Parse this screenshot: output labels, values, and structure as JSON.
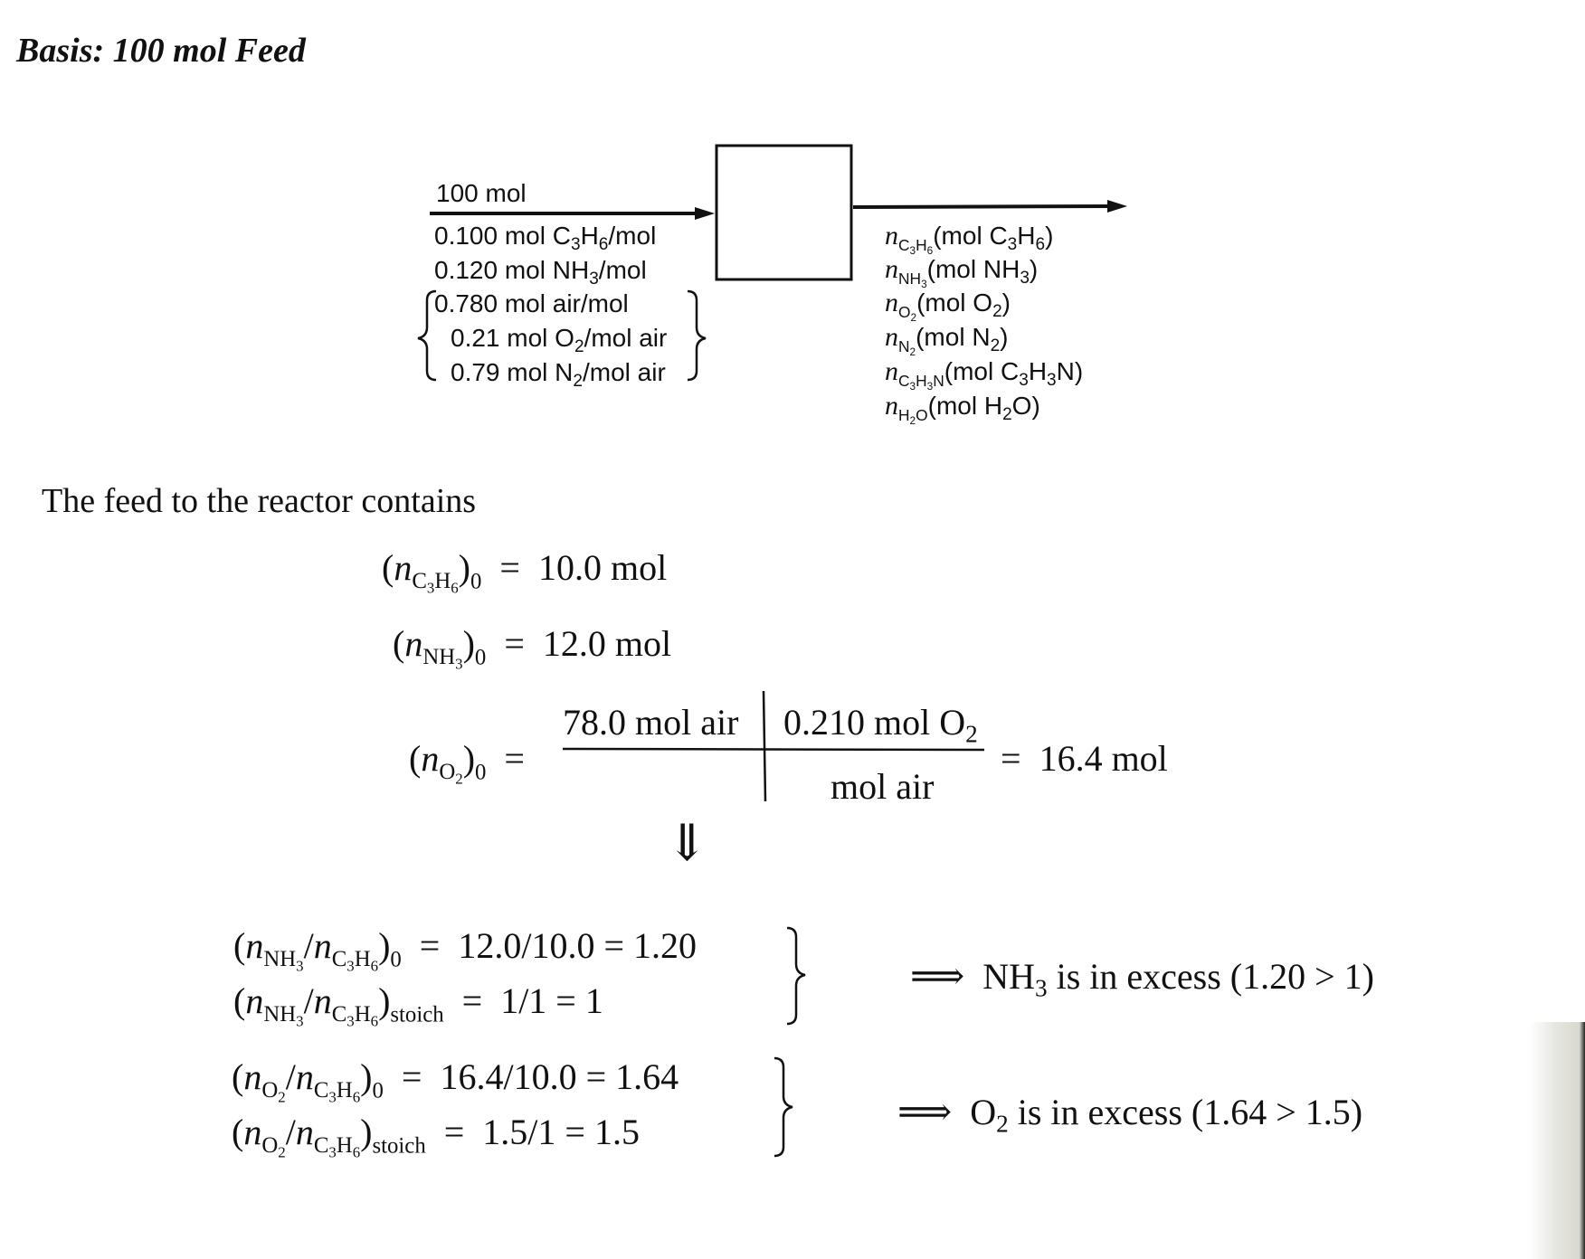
{
  "title": "Basis: 100 mol Feed",
  "flowchart": {
    "input_stream": {
      "total": "100 mol",
      "components": [
        {
          "value": "0.100 mol",
          "species": "C3H6",
          "unit": "/mol"
        },
        {
          "value": "0.120 mol",
          "species": "NH3",
          "unit": "/mol"
        },
        {
          "value": "0.780 mol air/mol"
        },
        {
          "value": "0.21 mol",
          "species": "O2",
          "unit": "/mol air"
        },
        {
          "value": "0.79 mol",
          "species": "N2",
          "unit": "/mol air"
        }
      ]
    },
    "output_stream": {
      "labels": [
        {
          "var": "n",
          "sub": "C3H6",
          "text": "(mol C3H6)"
        },
        {
          "var": "n",
          "sub": "NH3",
          "text": "(mol NH3)"
        },
        {
          "var": "n",
          "sub": "O2",
          "text": "(mol O2)"
        },
        {
          "var": "n",
          "sub": "N2",
          "text": "(mol N2)"
        },
        {
          "var": "n",
          "sub": "C3H3N",
          "text": "(mol C3H3N)"
        },
        {
          "var": "n",
          "sub": "H2O",
          "text": "(mol H2O)"
        }
      ]
    }
  },
  "intro": "The feed to the reactor contains",
  "feed_equations": {
    "c3h6": {
      "rhs": "10.0 mol"
    },
    "nh3": {
      "rhs": "12.0 mol"
    },
    "o2": {
      "num1": "78.0 mol air",
      "num2": "0.210 mol O",
      "den": "mol air",
      "result": "16.4 mol"
    }
  },
  "ratios": [
    {
      "pair": "NH3/C3H6",
      "feed": "12.0/10.0 = 1.20",
      "stoich": "1/1 = 1",
      "conclusion_species": "NH",
      "conclusion": " is in excess (1.20 > 1)"
    },
    {
      "pair": "O2/C3H6",
      "feed": "16.4/10.0 = 1.64",
      "stoich": "1.5/1 = 1.5",
      "conclusion_species": "O",
      "conclusion": " is in excess (1.64 > 1.5)"
    }
  ],
  "symbols": {
    "equals": "=",
    "down_arrow": "⇓",
    "implies": "⟹",
    "subscript_zero": "0",
    "subscript_stoich": "stoich"
  }
}
